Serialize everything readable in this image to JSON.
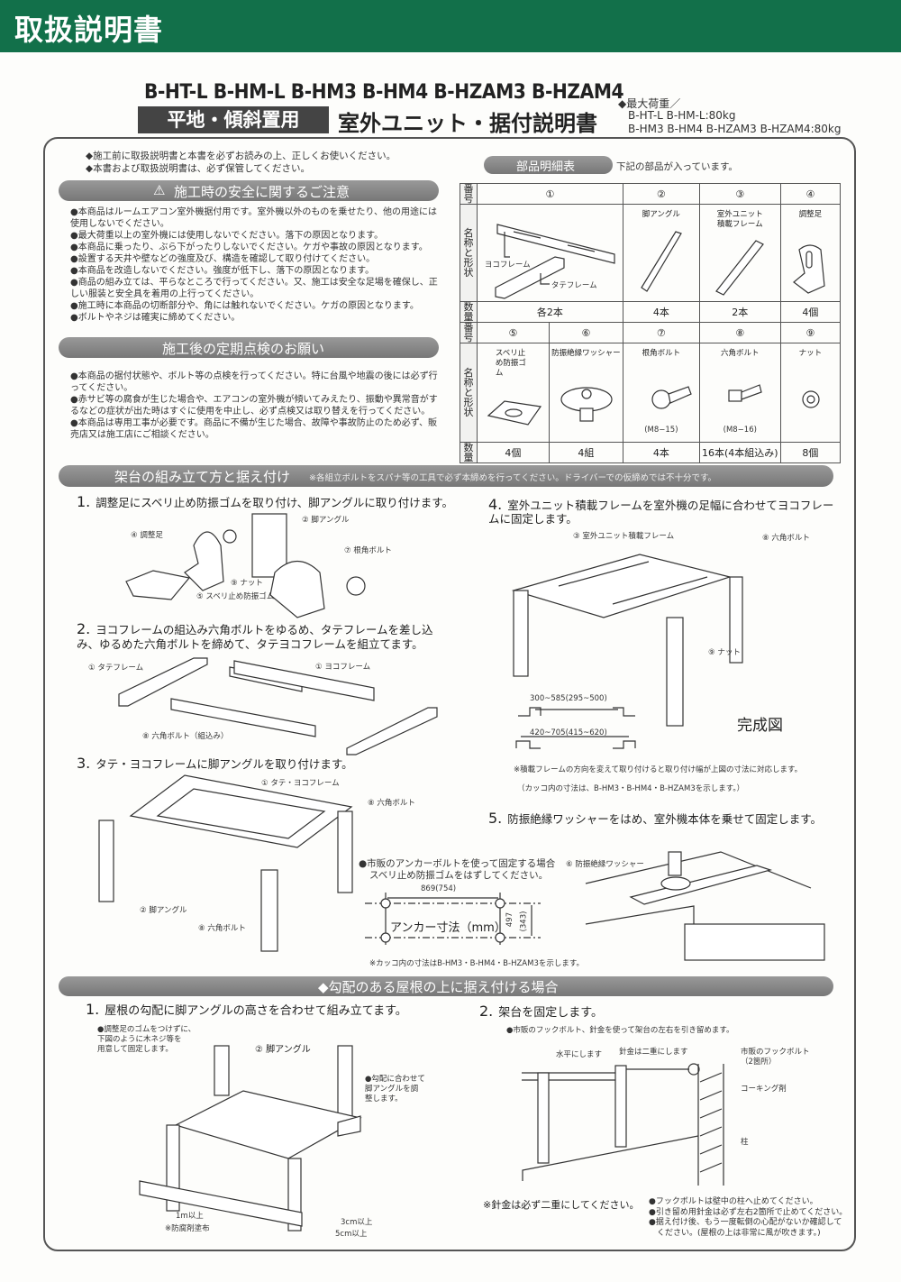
{
  "header": {
    "title": "取扱説明書",
    "bar_color": "#12704a"
  },
  "title_block": {
    "models": "B-HT-L  B-HM-L  B-HM3  B-HM4  B-HZAM3  B-HZAM4",
    "badge": "平地・傾斜置用",
    "subtitle": "室外ユニット・据付説明書",
    "max_load_label": "◆最大荷重／",
    "max_load_1": "B-HT-L B-HM-L:80kg",
    "max_load_2": "B-HM3 B-HM4 B-HZAM3 B-HZAM4:80kg"
  },
  "intro": [
    "◆施工前に取扱説明書と本書を必ずお読みの上、正しくお使いください。",
    "◆本書および取扱説明書は、必ず保管してください。"
  ],
  "safety": {
    "title": "施工時の安全に関するご注意",
    "icon": "warning-triangle-icon",
    "items": [
      "●本商品はルームエアコン室外機据付用です。室外機以外のものを乗せたり、他の用途には使用しないでください。",
      "●最大荷重以上の室外機には使用しないでください。落下の原因となります。",
      "●本商品に乗ったり、ぶら下がったりしないでください。ケガや事故の原因となります。",
      "●設置する天井や壁などの強度及び、構造を確認して取り付けてください。",
      "●本商品を改造しないでください。強度が低下し、落下の原因となります。",
      "●商品の組み立ては、平らなところで行ってください。又、施工は安全な足場を確保し、正しい服装と安全具を着用の上行ってください。",
      "●施工時に本商品の切断部分や、角には触れないでください。ケガの原因となります。",
      "●ボルトやネジは確実に締めてください。"
    ]
  },
  "inspection": {
    "title": "施工後の定期点検のお願い",
    "items": [
      "●本商品の据付状態や、ボルト等の点検を行ってください。特に台風や地震の後には必ず行ってください。",
      "●赤サビ等の腐食が生じた場合や、エアコンの室外機が傾いてみえたり、振動や異常音がするなどの症状が出た時はすぐに使用を中止し、必ず点検又は取り替えを行ってください。",
      "●本商品は専用工事が必要です。商品に不備が生じた場合、故障や事故防止のため必ず、販売店又は施工店にご相談ください。"
    ]
  },
  "parts": {
    "title": "部品明細表",
    "note": "下記の部品が入っています。",
    "row_labels": {
      "number": "番号",
      "name": "名称と形状",
      "qty": "数量"
    },
    "row1": [
      {
        "no": "①",
        "name": "",
        "sub1": "ヨコフレーム",
        "sub2": "タテフレーム",
        "qty": "各2本"
      },
      {
        "no": "②",
        "name": "脚アングル",
        "qty": "4本"
      },
      {
        "no": "③",
        "name": "室外ユニット積載フレーム",
        "qty": "2本"
      },
      {
        "no": "④",
        "name": "調整足",
        "qty": "4個"
      }
    ],
    "row2": [
      {
        "no": "⑤",
        "name": "スベリ止め防振ゴム",
        "spec": "",
        "qty": "4個"
      },
      {
        "no": "⑥",
        "name": "防振絶縁ワッシャー",
        "spec": "",
        "qty": "4組"
      },
      {
        "no": "⑦",
        "name": "根角ボルト",
        "spec": "(M8−15)",
        "qty": "4本"
      },
      {
        "no": "⑧",
        "name": "六角ボルト",
        "spec": "(M8−16)",
        "qty": "16本(4本組込み)"
      },
      {
        "no": "⑨",
        "name": "ナット",
        "spec": "",
        "qty": "8個"
      }
    ]
  },
  "assembly": {
    "title": "架台の組み立て方と据え付け",
    "note": "※各組立ボルトをスパナ等の工具で必ず本締めを行ってください。ドライバーでの仮締めでは不十分です。",
    "steps": [
      {
        "n": "1.",
        "text": "調整足にスベリ止め防振ゴムを取り付け、脚アングルに取り付けます。",
        "labels": [
          "④ 調整足",
          "② 脚アングル",
          "⑦ 根角ボルト",
          "⑨ ナット",
          "⑤ スベリ止め防振ゴム"
        ]
      },
      {
        "n": "2.",
        "text": "ヨコフレームの組込み六角ボルトをゆるめ、タテフレームを差し込み、ゆるめた六角ボルトを締めて、タテヨコフレームを組立てます。",
        "labels": [
          "① タテフレーム",
          "① ヨコフレーム",
          "⑧ 六角ボルト（組込み）"
        ]
      },
      {
        "n": "3.",
        "text": "タテ・ヨコフレームに脚アングルを取り付けます。",
        "labels": [
          "① タテ・ヨコフレーム",
          "⑧ 六角ボルト",
          "② 脚アングル",
          "⑧ 六角ボルト"
        ]
      },
      {
        "n": "4.",
        "text": "室外ユニット積載フレームを室外機の足幅に合わせてヨコフレームに固定します。",
        "labels": [
          "③ 室外ユニット積載フレーム",
          "⑧ 六角ボルト",
          "⑨ ナット"
        ],
        "dim1": "300~585(295~500)",
        "dim2": "420~705(415~620)",
        "complete": "完成図",
        "note": "※積載フレームの方向を変えて取り付けると取り付け幅が上図の寸法に対応します。",
        "note2": "（カッコ内の寸法は、B-HM3・B-HM4・B-HZAM3を示します。）"
      },
      {
        "n": "5.",
        "text": "防振絶縁ワッシャーをはめ、室外機本体を乗せて固定します。",
        "labels": [
          "⑥ 防振絶縁ワッシャー"
        ]
      }
    ],
    "anchor": {
      "note1": "●市販のアンカーボルトを使って固定する場合",
      "note2": "スベリ止め防振ゴムをはずしてください。",
      "width": "869(754)",
      "depth": "497",
      "depth2": "(343)",
      "label": "アンカー寸法（mm）",
      "footnote": "※カッコ内の寸法はB-HM3・B-HM4・B-HZAM3を示します。"
    }
  },
  "slope": {
    "title": "◆勾配のある屋根の上に据え付ける場合",
    "step1": {
      "n": "1.",
      "text": "屋根の勾配に脚アングルの高さを合わせて組み立てます。",
      "note": [
        "●調整足のゴムをつけずに、",
        "下図のように木ネジ等を",
        "用意して固定します。"
      ],
      "leg_label": "② 脚アングル",
      "adjust": [
        "●勾配に合わせて",
        "脚アングルを調",
        "整します。"
      ],
      "len": "1m以上",
      "coat": "※防腐剤塗布",
      "h": "3cm以上",
      "w": "5cm以上"
    },
    "step2": {
      "n": "2.",
      "text": "架台を固定します。",
      "note": "●市販のフックボルト、針金を使って架台の左右を引き留めます。",
      "level": "水平にします",
      "wire": "針金は二重にします",
      "hook": [
        "市販のフックボルト",
        "（2箇所）"
      ],
      "caulk": "コーキング剤",
      "pillar": "柱",
      "warning": "※針金は必ず二重にしてください。",
      "bullets": [
        "●フックボルトは壁中の柱へ止めてください。",
        "●引き留め用針金は必ず左右2箇所で止めてください。",
        "●据え付け後、もう一度転倒の心配がないか確認して",
        "　ください。(屋根の上は非常に風が吹きます。)"
      ]
    }
  }
}
